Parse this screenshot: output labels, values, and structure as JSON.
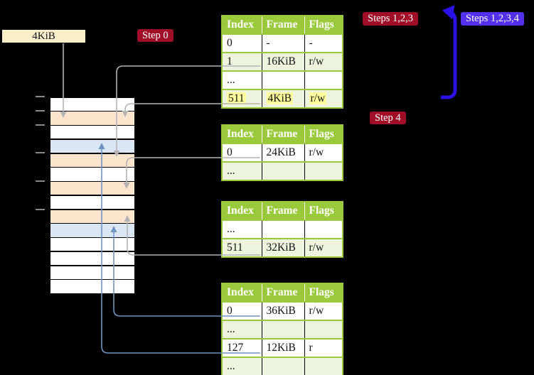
{
  "labels": {
    "page_size": "4KiB",
    "step0": "Step 0",
    "steps123": "Steps 1,2,3",
    "steps1234": "Steps 1,2,3,4",
    "step4": "Step 4"
  },
  "colors": {
    "background": "#000000",
    "step_badge_red": "#a00d28",
    "steps_badge_violet": "#5330ee",
    "big_arrow_blue": "#2a12e6",
    "connector_gray": "#b4b4b7",
    "connector_blue": "#7093c4",
    "table_header_green": "#9aca3b",
    "table_row_green": "#eef3de",
    "highlight_yellow": "#ffff9c",
    "strip_orange": "#fde4cc",
    "strip_blue": "#dbe6f4",
    "page_size_box_cream": "#faeecb"
  },
  "memory_strip": {
    "rows": [
      "white",
      "orange",
      "white",
      "blue",
      "orange",
      "white",
      "orange",
      "white",
      "orange",
      "blue",
      "white",
      "white",
      "white",
      "white"
    ]
  },
  "tables": [
    {
      "name": "page-table-level-1",
      "headers": [
        "Index",
        "Frame",
        "Flags"
      ],
      "rows": [
        {
          "cells": [
            "0",
            "-",
            "-"
          ],
          "shaded": false,
          "marked": false
        },
        {
          "cells": [
            "1",
            "16KiB",
            "r/w"
          ],
          "shaded": true,
          "marked": false
        },
        {
          "cells": [
            "...",
            "",
            ""
          ],
          "shaded": false,
          "marked": false
        },
        {
          "cells": [
            "511",
            "4KiB",
            "r/w"
          ],
          "shaded": true,
          "marked": true
        }
      ]
    },
    {
      "name": "page-table-level-2",
      "headers": [
        "Index",
        "Frame",
        "Flags"
      ],
      "rows": [
        {
          "cells": [
            "0",
            "24KiB",
            "r/w"
          ],
          "shaded": false,
          "marked": false
        },
        {
          "cells": [
            "...",
            "",
            ""
          ],
          "shaded": true,
          "marked": false
        }
      ]
    },
    {
      "name": "page-table-level-3",
      "headers": [
        "Index",
        "Frame",
        "Flags"
      ],
      "rows": [
        {
          "cells": [
            "...",
            "",
            ""
          ],
          "shaded": false,
          "marked": false
        },
        {
          "cells": [
            "511",
            "32KiB",
            "r/w"
          ],
          "shaded": true,
          "marked": false
        }
      ]
    },
    {
      "name": "page-table-level-4",
      "headers": [
        "Index",
        "Frame",
        "Flags"
      ],
      "rows": [
        {
          "cells": [
            "0",
            "36KiB",
            "r/w"
          ],
          "shaded": false,
          "marked": false
        },
        {
          "cells": [
            "...",
            "",
            ""
          ],
          "shaded": true,
          "marked": false
        },
        {
          "cells": [
            "127",
            "12KiB",
            "r"
          ],
          "shaded": false,
          "marked": false
        },
        {
          "cells": [
            "...",
            "",
            ""
          ],
          "shaded": true,
          "marked": false
        }
      ]
    }
  ]
}
